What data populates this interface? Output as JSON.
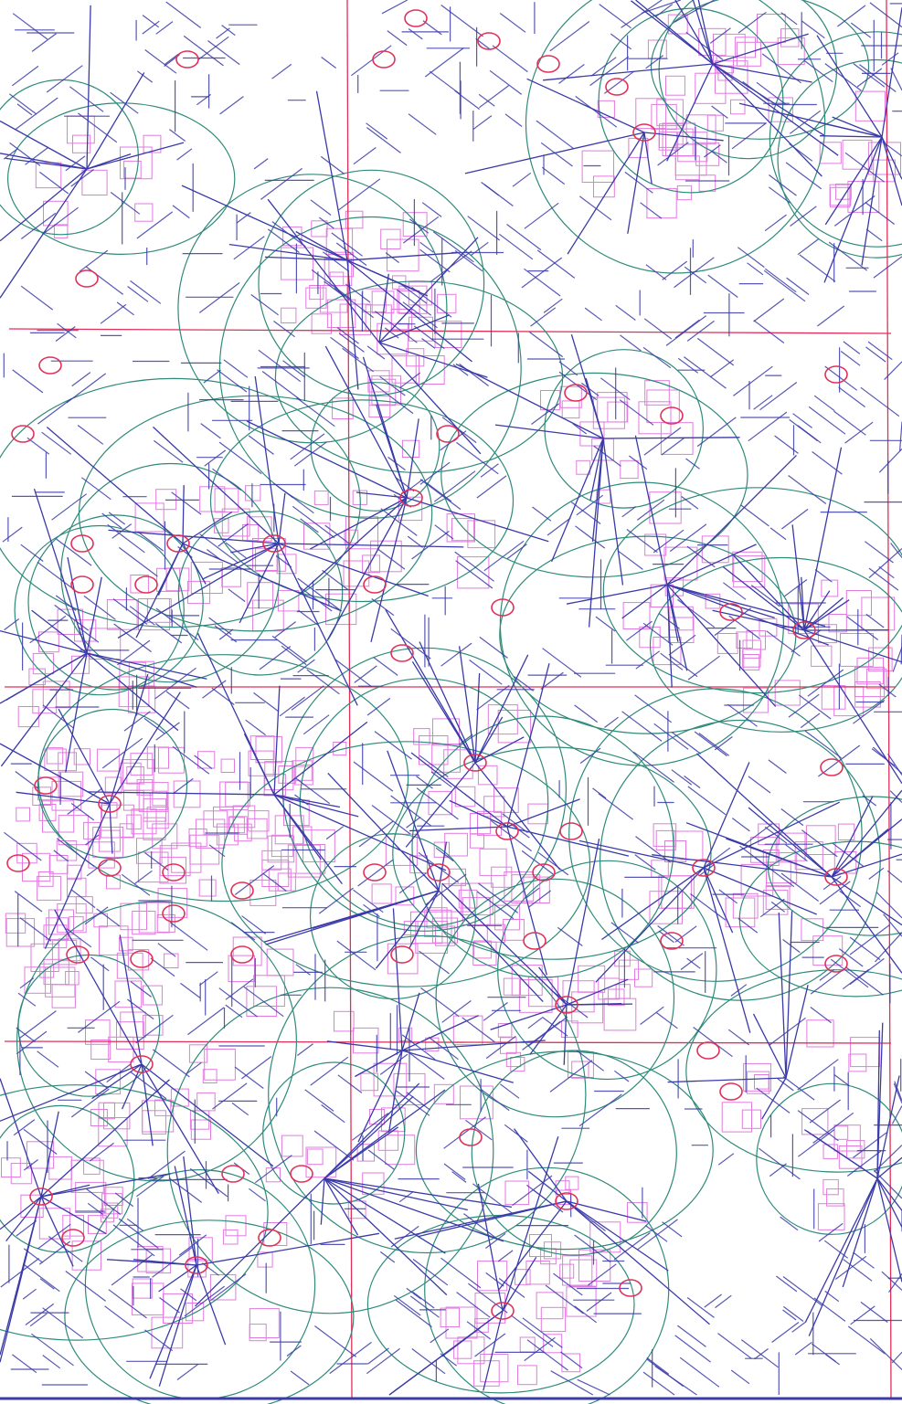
{
  "diagram": {
    "kind": "procedural routing / coverage map plot",
    "text_labels": [],
    "colors": {
      "background": "#ffffff",
      "grid_lines": "#e0305a",
      "tiles": "#e27be0",
      "node_markers": "#e0305a",
      "routes": "#3a3aa8",
      "coverage_circles": "#2f8a7a",
      "bottom_border": "#3a3aa8"
    },
    "layers": [
      {
        "name": "tile-grid-layer",
        "color_key": "tiles"
      },
      {
        "name": "section-grid-layer",
        "color_key": "grid_lines"
      },
      {
        "name": "coverage-circle-layer",
        "color_key": "coverage_circles"
      },
      {
        "name": "route-layer",
        "color_key": "routes"
      },
      {
        "name": "node-marker-layer",
        "color_key": "node_markers"
      }
    ]
  }
}
